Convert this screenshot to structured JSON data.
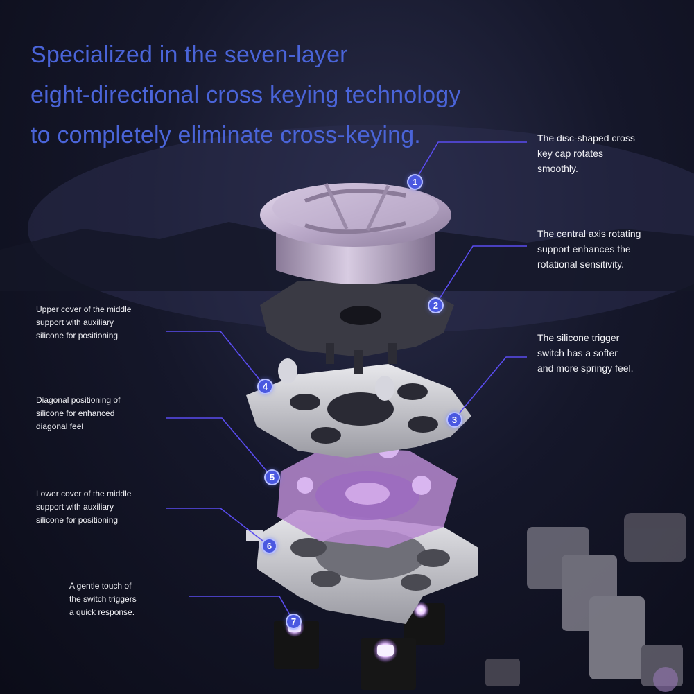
{
  "headline": {
    "line1": "Specialized in the seven-layer",
    "line2": "eight-directional cross keying technology",
    "line3": " to completely eliminate cross-keying."
  },
  "colors": {
    "headline": "#4a64d8",
    "leader": "#5a4cf0",
    "badge": "#4a58e0",
    "keycap": "#b9a8c8",
    "silicone": "#b78ad0"
  },
  "callouts": [
    {
      "number": "1",
      "text": "The disc-shaped cross\n key cap rotates\nsmoothly."
    },
    {
      "number": "2",
      "text": "The central axis rotating\nsupport enhances the\nrotational sensitivity."
    },
    {
      "number": "3",
      "text": "The silicone trigger\nswitch has a softer\nand more springy feel."
    },
    {
      "number": "4",
      "text": "Upper cover of the middle\nsupport with auxiliary\nsilicone for positioning"
    },
    {
      "number": "5",
      "text": "Diagonal positioning of\nsilicone for enhanced\ndiagonal feel"
    },
    {
      "number": "6",
      "text": "Lower cover of the middle\nsupport with auxiliary\nsilicone for positioning"
    },
    {
      "number": "7",
      "text": "A gentle touch of\nthe switch triggers\na quick response."
    }
  ]
}
